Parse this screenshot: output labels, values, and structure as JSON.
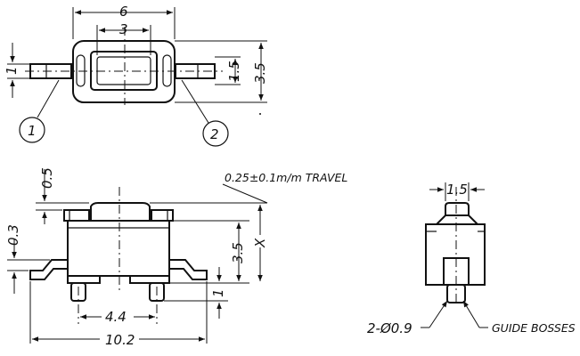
{
  "top_view": {
    "dim_width": "6",
    "dim_inner": "3",
    "dim_pin": "1",
    "dim_height_inner": "1.5",
    "dim_height_outer": "3.5",
    "callout_1": "1",
    "callout_2": "2"
  },
  "front_view": {
    "dim_top": "0.5",
    "travel": "0.25±0.1m/m TRAVEL",
    "dim_lead": "0.3",
    "dim_height": "3.5",
    "dim_x": "X",
    "dim_pin": "1",
    "dim_pitch": "4.4",
    "dim_total": "10.2"
  },
  "side_view": {
    "dim_width": "1.5",
    "boss_dia": "2-Ø0.9",
    "boss_label": "GUIDE BOSSES"
  }
}
